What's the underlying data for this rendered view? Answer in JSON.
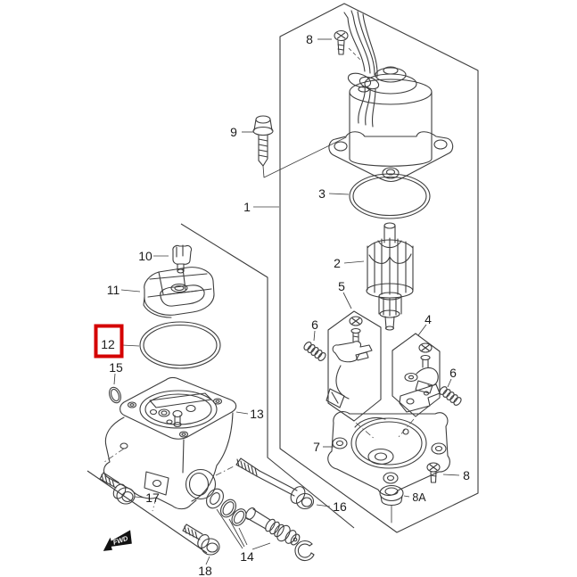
{
  "figure": {
    "type": "exploded-parts-diagram",
    "background": "#ffffff",
    "line_color": "#3d3d3d",
    "highlight_color": "#d40000",
    "highlighted_part": "12",
    "fwd_marker": {
      "label": "FWD"
    },
    "callouts": [
      {
        "id": "8-top",
        "text": "8"
      },
      {
        "id": "9",
        "text": "9"
      },
      {
        "id": "1",
        "text": "1"
      },
      {
        "id": "3",
        "text": "3"
      },
      {
        "id": "2",
        "text": "2"
      },
      {
        "id": "5",
        "text": "5"
      },
      {
        "id": "4",
        "text": "4"
      },
      {
        "id": "6-left",
        "text": "6"
      },
      {
        "id": "6-right",
        "text": "6"
      },
      {
        "id": "7",
        "text": "7"
      },
      {
        "id": "8-bottom",
        "text": "8"
      },
      {
        "id": "8A",
        "text": "8A"
      },
      {
        "id": "16",
        "text": "16"
      },
      {
        "id": "10",
        "text": "10"
      },
      {
        "id": "11",
        "text": "11"
      },
      {
        "id": "12",
        "text": "12"
      },
      {
        "id": "15",
        "text": "15"
      },
      {
        "id": "13",
        "text": "13"
      },
      {
        "id": "17",
        "text": "17"
      },
      {
        "id": "18",
        "text": "18"
      },
      {
        "id": "14",
        "text": "14"
      }
    ]
  }
}
